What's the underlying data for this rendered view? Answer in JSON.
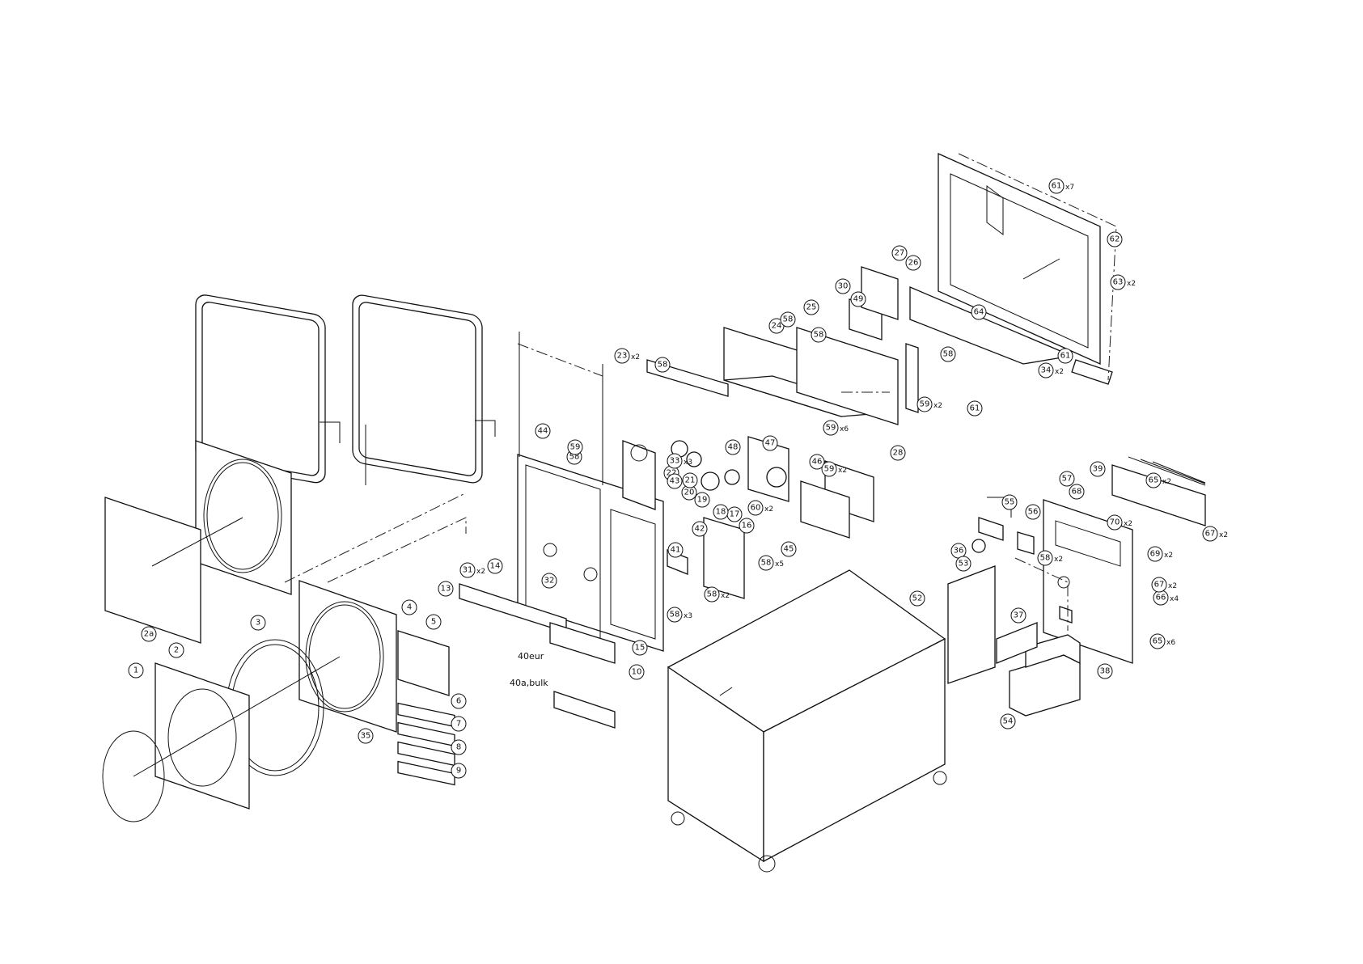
{
  "callouts": [
    {
      "n": "1"
    },
    {
      "n": "2"
    },
    {
      "n": "2a"
    },
    {
      "n": "3"
    },
    {
      "n": "4"
    },
    {
      "n": "5"
    },
    {
      "n": "6"
    },
    {
      "n": "7"
    },
    {
      "n": "8"
    },
    {
      "n": "9"
    },
    {
      "n": "10"
    },
    {
      "n": "13"
    },
    {
      "n": "14"
    },
    {
      "n": "15"
    },
    {
      "n": "16"
    },
    {
      "n": "17"
    },
    {
      "n": "18"
    },
    {
      "n": "19"
    },
    {
      "n": "20"
    },
    {
      "n": "21"
    },
    {
      "n": "22"
    },
    {
      "n": "23",
      "qty": "x2"
    },
    {
      "n": "24"
    },
    {
      "n": "25"
    },
    {
      "n": "26"
    },
    {
      "n": "27"
    },
    {
      "n": "28"
    },
    {
      "n": "30"
    },
    {
      "n": "31",
      "qty": "x2"
    },
    {
      "n": "32"
    },
    {
      "n": "33",
      "qty": "x3"
    },
    {
      "n": "34",
      "qty": "x2"
    },
    {
      "n": "35"
    },
    {
      "n": "36"
    },
    {
      "n": "37"
    },
    {
      "n": "38"
    },
    {
      "n": "39"
    },
    {
      "n": "41"
    },
    {
      "n": "42"
    },
    {
      "n": "43"
    },
    {
      "n": "44"
    },
    {
      "n": "45"
    },
    {
      "n": "46"
    },
    {
      "n": "47"
    },
    {
      "n": "48"
    },
    {
      "n": "49"
    },
    {
      "n": "52"
    },
    {
      "n": "53"
    },
    {
      "n": "54"
    },
    {
      "n": "55"
    },
    {
      "n": "56"
    },
    {
      "n": "57"
    },
    {
      "n": "58"
    },
    {
      "n": "58"
    },
    {
      "n": "58"
    },
    {
      "n": "58"
    },
    {
      "n": "58"
    },
    {
      "n": "58",
      "qty": "x2"
    },
    {
      "n": "58",
      "qty": "x2"
    },
    {
      "n": "58",
      "qty": "x3"
    },
    {
      "n": "58",
      "qty": "x5"
    },
    {
      "n": "59"
    },
    {
      "n": "59",
      "qty": "x2"
    },
    {
      "n": "59",
      "qty": "x2"
    },
    {
      "n": "59",
      "qty": "x6"
    },
    {
      "n": "60",
      "qty": "x2"
    },
    {
      "n": "61",
      "qty": "x7"
    },
    {
      "n": "61"
    },
    {
      "n": "61"
    },
    {
      "n": "62"
    },
    {
      "n": "63",
      "qty": "x2"
    },
    {
      "n": "64"
    },
    {
      "n": "65",
      "qty": "x2"
    },
    {
      "n": "65",
      "qty": "x6"
    },
    {
      "n": "66",
      "qty": "x4"
    },
    {
      "n": "67",
      "qty": "x2"
    },
    {
      "n": "67",
      "qty": "x2"
    },
    {
      "n": "68"
    },
    {
      "n": "69",
      "qty": "x2"
    },
    {
      "n": "70",
      "qty": "x2"
    }
  ],
  "variants": {
    "eur": "40eur",
    "bulk": "40a,bulk"
  }
}
